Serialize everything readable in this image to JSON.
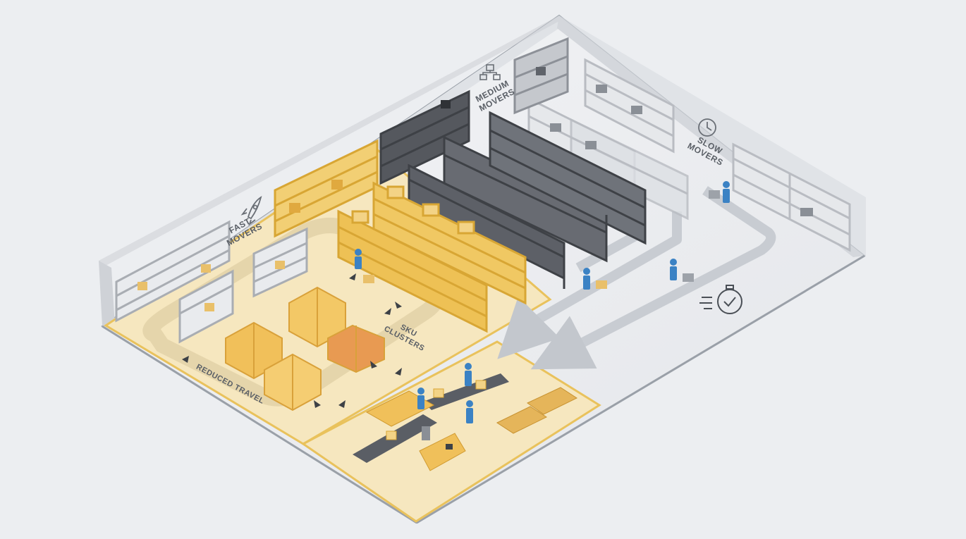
{
  "zones": {
    "fast": {
      "line1": "FAST",
      "line2": "MOVERS",
      "icon": "rocket-icon"
    },
    "medium": {
      "line1": "MEDIUM",
      "line2": "MOVERS",
      "icon": "hierarchy-icon"
    },
    "slow": {
      "line1": "SLOW",
      "line2": "MOVERS",
      "icon": "clock-icon"
    }
  },
  "clusters": {
    "line1": "SKU",
    "line2": "CLUSTERS"
  },
  "travel": {
    "label": "REDUCED TRAVEL"
  },
  "icons": {
    "timer": "stopwatch-check-icon"
  },
  "colors": {
    "fast_zone": "#f6e7bf",
    "fast_border": "#e9c25c",
    "shelf_yellow": "#e9b949",
    "shelf_dark": "#4a4d53",
    "shelf_light": "#b9bcc2",
    "worker": "#3b82c4",
    "path_arrow": "#c3c7cd"
  }
}
